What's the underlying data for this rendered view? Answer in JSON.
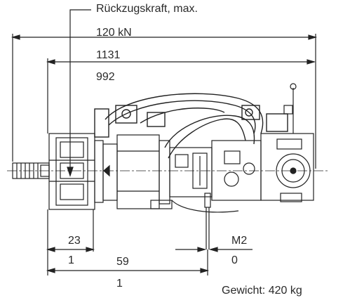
{
  "labels": {
    "force_title": "Rückzugskraft, max.",
    "force_value": "120 kN",
    "dim_total_line1": "1131",
    "dim_total_line2": "992",
    "dim_small_line1": "23",
    "dim_small_line2": "1",
    "dim_mid_line1": "59",
    "dim_mid_line2": "1",
    "thread_line1": "M2",
    "thread_line2": "0",
    "weight": "Gewicht: 420 kg"
  },
  "colors": {
    "line": "#222222",
    "background": "#ffffff"
  }
}
